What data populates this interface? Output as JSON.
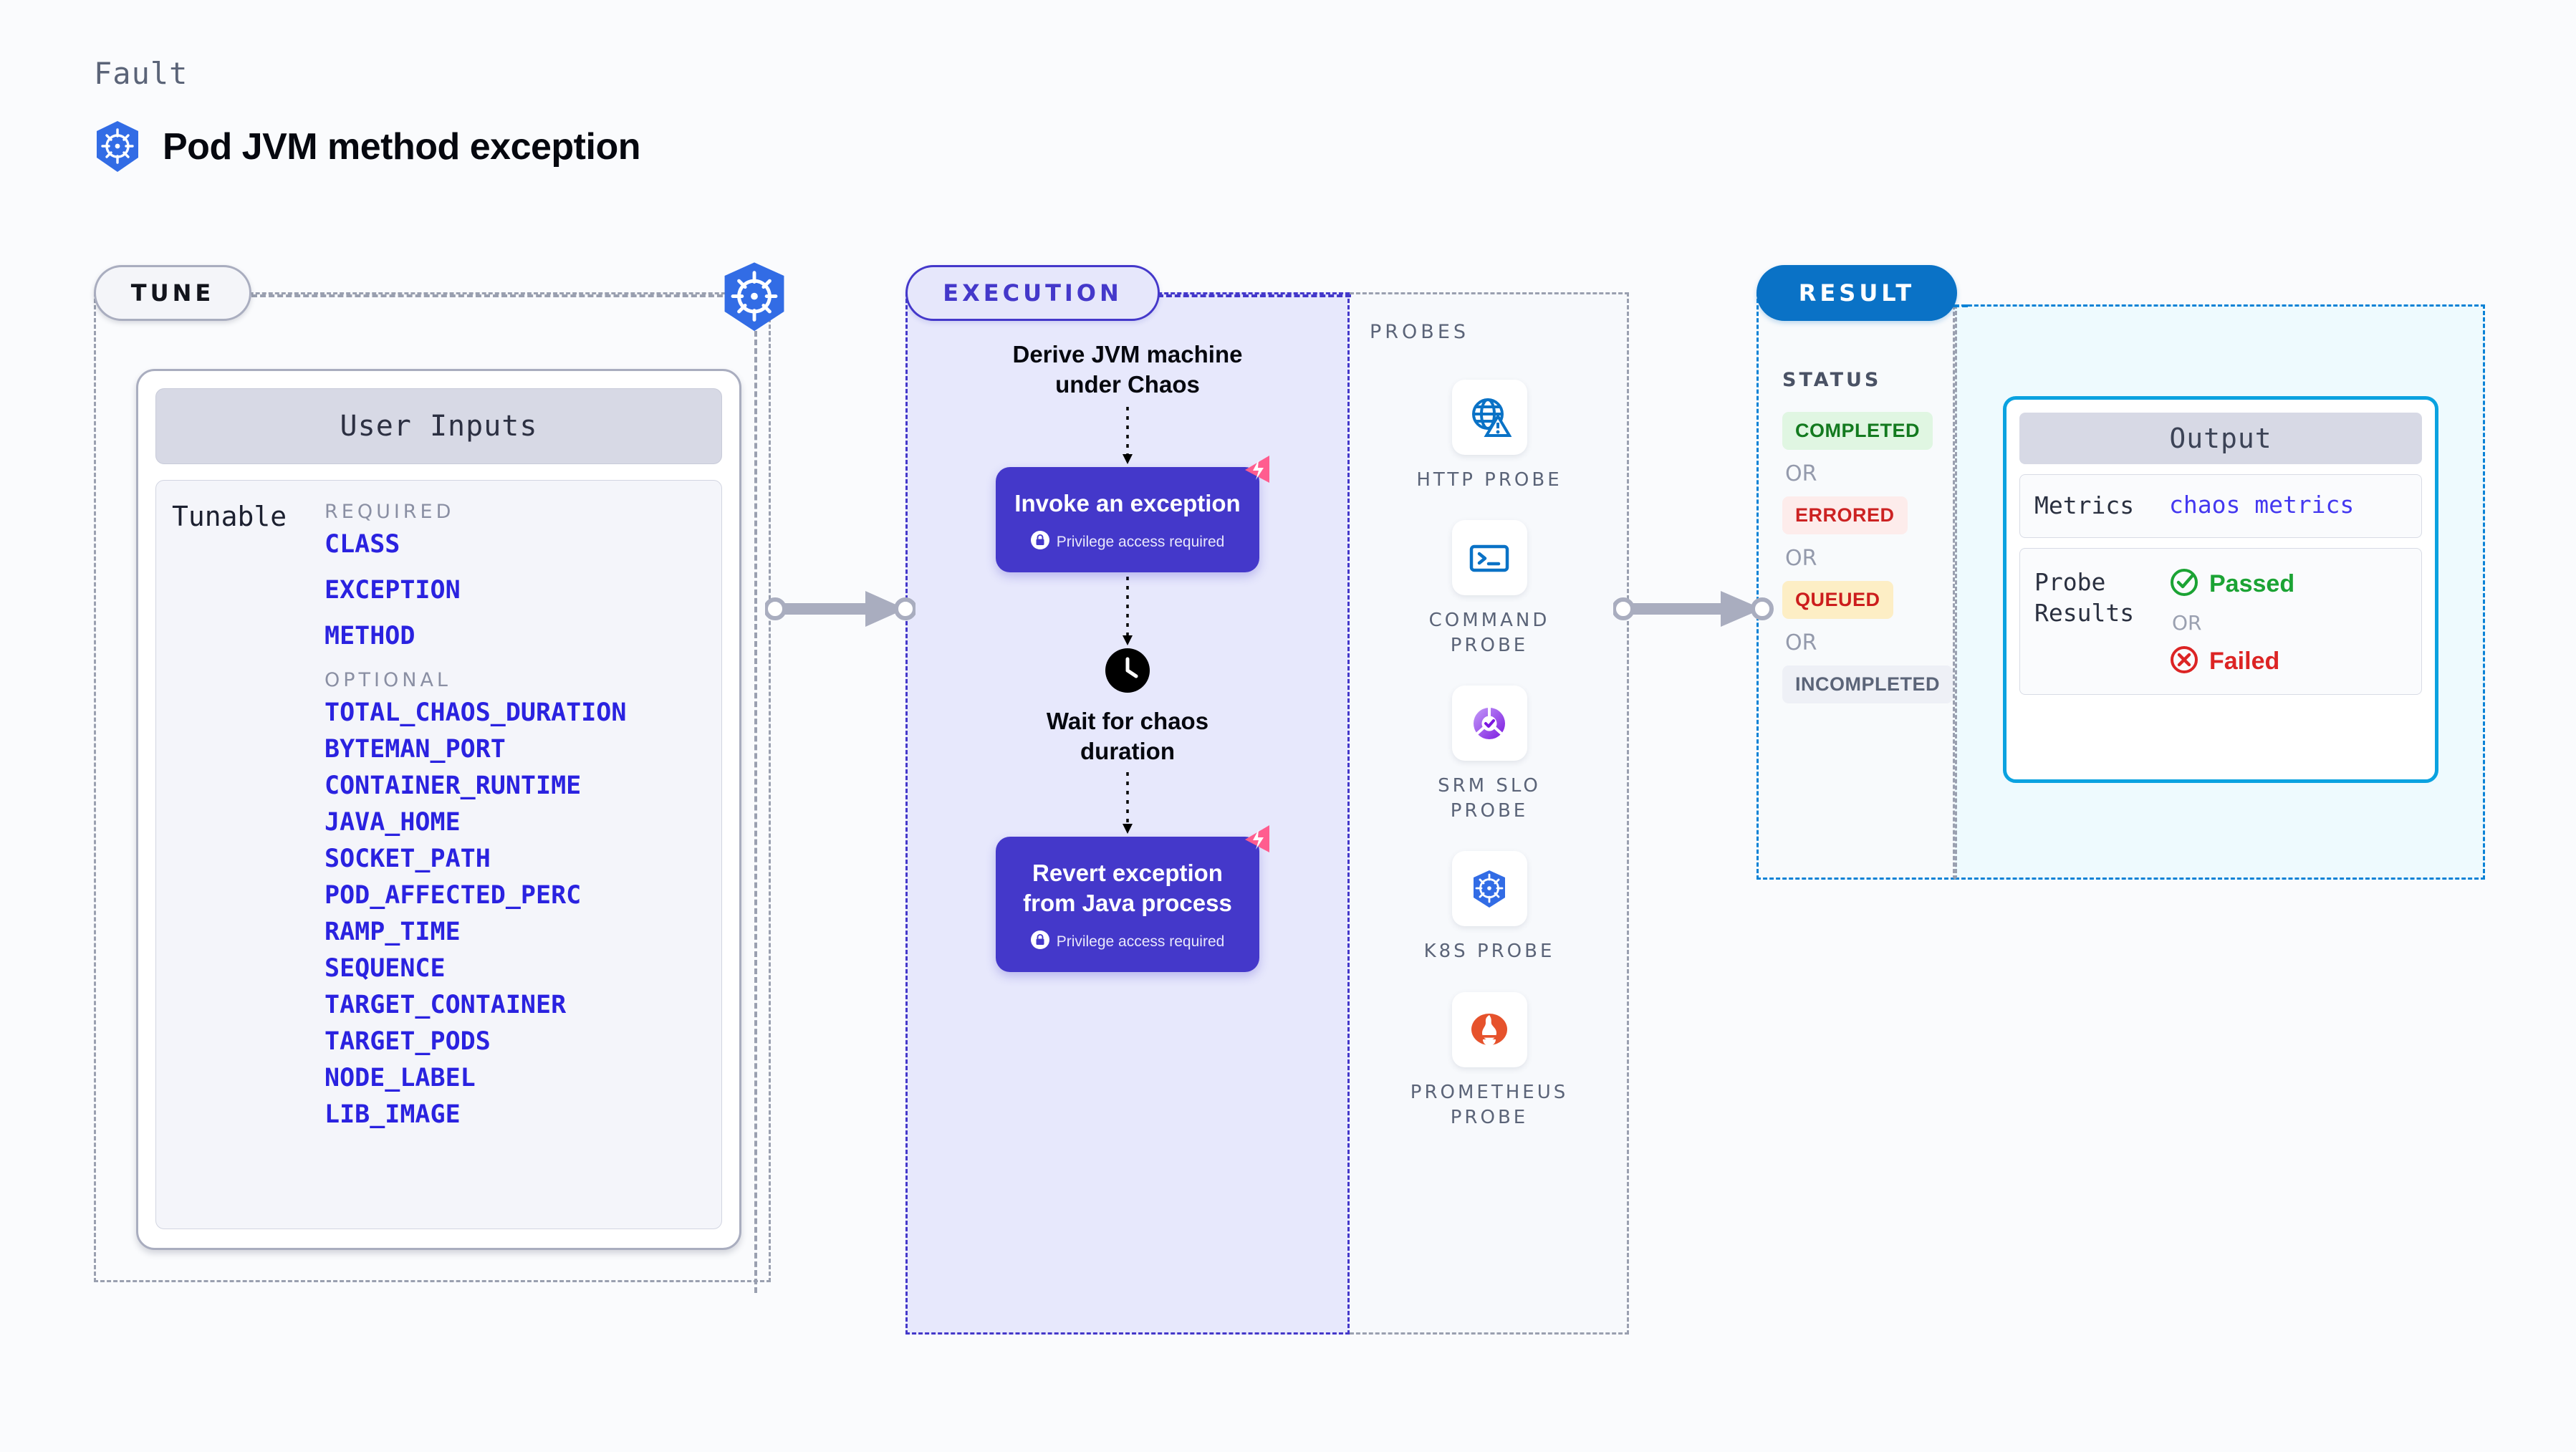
{
  "header": {
    "eyebrow": "Fault",
    "title": "Pod JVM method exception",
    "icon": "kubernetes-icon"
  },
  "stages": {
    "tune": {
      "pill_label": "TUNE"
    },
    "execution": {
      "pill_label": "EXECUTION"
    },
    "result": {
      "pill_label": "RESULT"
    }
  },
  "user_inputs": {
    "card_title": "User Inputs",
    "tunable_label": "Tunable",
    "required_heading": "REQUIRED",
    "required": [
      "CLASS",
      "EXCEPTION",
      "METHOD"
    ],
    "optional_heading": "OPTIONAL",
    "optional": [
      "TOTAL_CHAOS_DURATION",
      "BYTEMAN_PORT",
      "CONTAINER_RUNTIME",
      "JAVA_HOME",
      "SOCKET_PATH",
      "POD_AFFECTED_PERC",
      "RAMP_TIME",
      "SEQUENCE",
      "TARGET_CONTAINER",
      "TARGET_PODS",
      "NODE_LABEL",
      "LIB_IMAGE"
    ]
  },
  "execution": {
    "step_derive": "Derive JVM machine\nunder Chaos",
    "step_invoke": "Invoke an exception",
    "privilege_note": "Privilege access required",
    "step_wait": "Wait for chaos\nduration",
    "step_revert": "Revert exception\nfrom Java process",
    "wait_icon": "clock-icon",
    "chaos_badge_icon": "chaos-badge-icon",
    "lock_icon": "lock-icon"
  },
  "probes": {
    "section_label": "PROBES",
    "items": [
      {
        "name": "HTTP  PROBE",
        "icon": "globe-warning-icon"
      },
      {
        "name": "COMMAND\nPROBE",
        "icon": "terminal-icon"
      },
      {
        "name": "SRM  SLO\nPROBE",
        "icon": "slo-donut-check-icon"
      },
      {
        "name": "K8S  PROBE",
        "icon": "kubernetes-icon"
      },
      {
        "name": "PROMETHEUS\nPROBE",
        "icon": "prometheus-flame-icon"
      }
    ]
  },
  "result": {
    "status_label": "STATUS",
    "or_label": "OR",
    "statuses": [
      {
        "label": "COMPLETED",
        "bg": "#e0f6e2",
        "fg": "#137a1f"
      },
      {
        "label": "ERRORED",
        "bg": "#fdeceb",
        "fg": "#cc2222"
      },
      {
        "label": "QUEUED",
        "bg": "#fdeec5",
        "fg": "#cc1d1d"
      },
      {
        "label": "INCOMPLETED",
        "bg": "#eef0f6",
        "fg": "#5b6478"
      }
    ]
  },
  "output": {
    "card_title": "Output",
    "metrics_key": "Metrics",
    "metrics_value": "chaos metrics",
    "probe_results_key": "Probe\nResults",
    "passed_label": "Passed",
    "failed_label": "Failed",
    "or_label": "OR",
    "passed_icon": "check-circle-icon",
    "failed_icon": "x-circle-icon"
  },
  "colors": {
    "purple": "#4438ca",
    "purple_bg": "#e7e8fc",
    "blue": "#0a72c6",
    "cyan": "#0aa2e0",
    "k8s_blue": "#326ce5",
    "pink": "#ff5d8f",
    "green": "#1ba334",
    "red": "#dc2424",
    "param_blue": "#2a22e0"
  }
}
